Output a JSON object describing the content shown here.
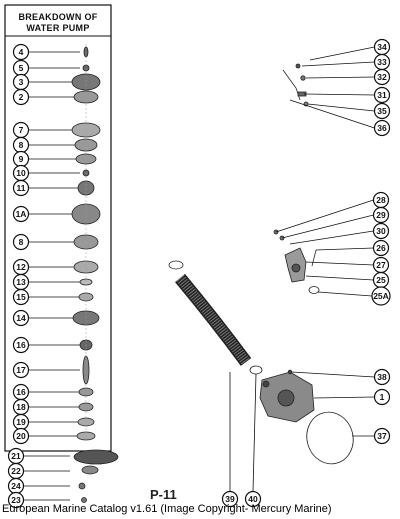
{
  "panel": {
    "title_line1": "BREAKDOWN OF",
    "title_line2": "WATER PUMP"
  },
  "left_callouts": [
    "4",
    "5",
    "3",
    "2",
    "7",
    "8",
    "9",
    "10",
    "11",
    "1A",
    "8",
    "12",
    "13",
    "15",
    "14",
    "16",
    "17",
    "16",
    "18",
    "19",
    "20"
  ],
  "bottom_left_callouts": [
    "21",
    "22",
    "24",
    "23"
  ],
  "upper_right_callouts": [
    "34",
    "33",
    "32",
    "31",
    "35",
    "36"
  ],
  "middle_right_callouts": [
    "28",
    "29",
    "30",
    "26",
    "27",
    "25",
    "25A"
  ],
  "lower_right_callouts": [
    "38",
    "1",
    "37"
  ],
  "hose_callouts": [
    "39",
    "40"
  ],
  "page_label": "P-11",
  "caption": "European Marine Catalog v1.61 (Image Copyright- Mercury Marine)"
}
